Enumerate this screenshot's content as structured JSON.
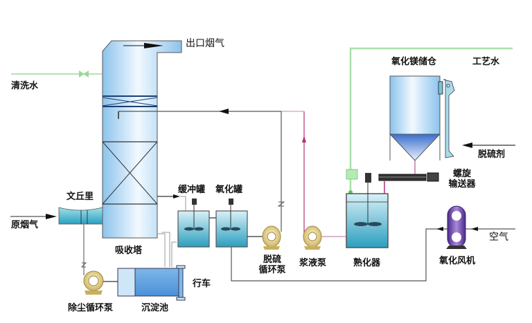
{
  "diagram": {
    "title": "",
    "labels": {
      "outlet_flue_gas": "出口烟气",
      "washing_water": "清洗水",
      "venturi": "文丘里",
      "raw_flue_gas": "原烟气",
      "absorption_tower": "吸收塔",
      "buffer_tank": "缓冲罐",
      "oxidation_tank": "氧化罐",
      "desulfurization_circulation_pump_line1": "脱硫",
      "desulfurization_circulation_pump_line2": "循环泵",
      "slurry_pump": "浆液泵",
      "curing_tank": "熟化器",
      "mgo_silo": "氧化镁储仓",
      "process_water": "工艺水",
      "desulfurizer": "脱硫剂",
      "screw_conveyor_line1": "螺旋",
      "screw_conveyor_line2": "输送器",
      "air": "空气",
      "oxidation_fan": "氧化风机",
      "traveling_crane": "行车",
      "dust_circulation_pump": "除尘循环泵",
      "settling_tank": "沉淀池"
    },
    "colors": {
      "tower_fill": "#a9d4f2",
      "tank_liquid": "#3aa7c4",
      "pump": "#e8d48a",
      "fan": "#7a4fb0",
      "process_water_line": "#8fd98f",
      "slurry_line": "#b0307a",
      "pipe_line": "#555555"
    }
  }
}
